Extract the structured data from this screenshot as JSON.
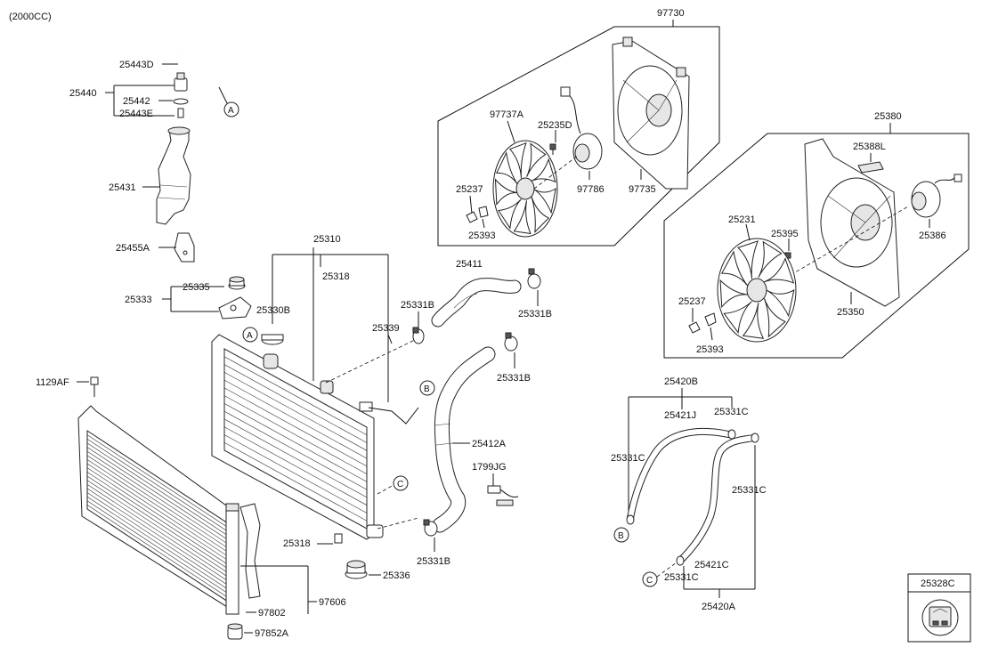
{
  "header": {
    "engine": "(2000CC)"
  },
  "labels": {
    "l25443D": "25443D",
    "l25440": "25440",
    "l25442": "25442",
    "l25443E": "25443E",
    "l25431": "25431",
    "l25455A": "25455A",
    "l25333": "25333",
    "l25335": "25335",
    "l25330B": "25330B",
    "l25310": "25310",
    "l25318a": "25318",
    "l25339": "25339",
    "l25411": "25411",
    "l25331Ba": "25331B",
    "l25331Bb": "25331B",
    "l25331Bc": "25331B",
    "l25331Bd": "25331B",
    "l25412A": "25412A",
    "l1799JG": "1799JG",
    "l1129AF": "1129AF",
    "l25318b": "25318",
    "l25336": "25336",
    "l97606": "97606",
    "l97802": "97802",
    "l97852A": "97852A",
    "l97730": "97730",
    "l97737A": "97737A",
    "l25235D": "25235D",
    "l25237a": "25237",
    "l25393a": "25393",
    "l97786": "97786",
    "l97735": "97735",
    "l25380": "25380",
    "l25388L": "25388L",
    "l25231": "25231",
    "l25395": "25395",
    "l25386": "25386",
    "l25237b": "25237",
    "l25393b": "25393",
    "l25350": "25350",
    "l25420B": "25420B",
    "l25421J": "25421J",
    "l25331Ca": "25331C",
    "l25331Cb": "25331C",
    "l25331Cc": "25331C",
    "l25331Cd": "25331C",
    "l25421C": "25421C",
    "l25420A": "25420A",
    "l25328C": "25328C"
  },
  "callouts": {
    "A": "A",
    "B": "B",
    "C": "C"
  }
}
